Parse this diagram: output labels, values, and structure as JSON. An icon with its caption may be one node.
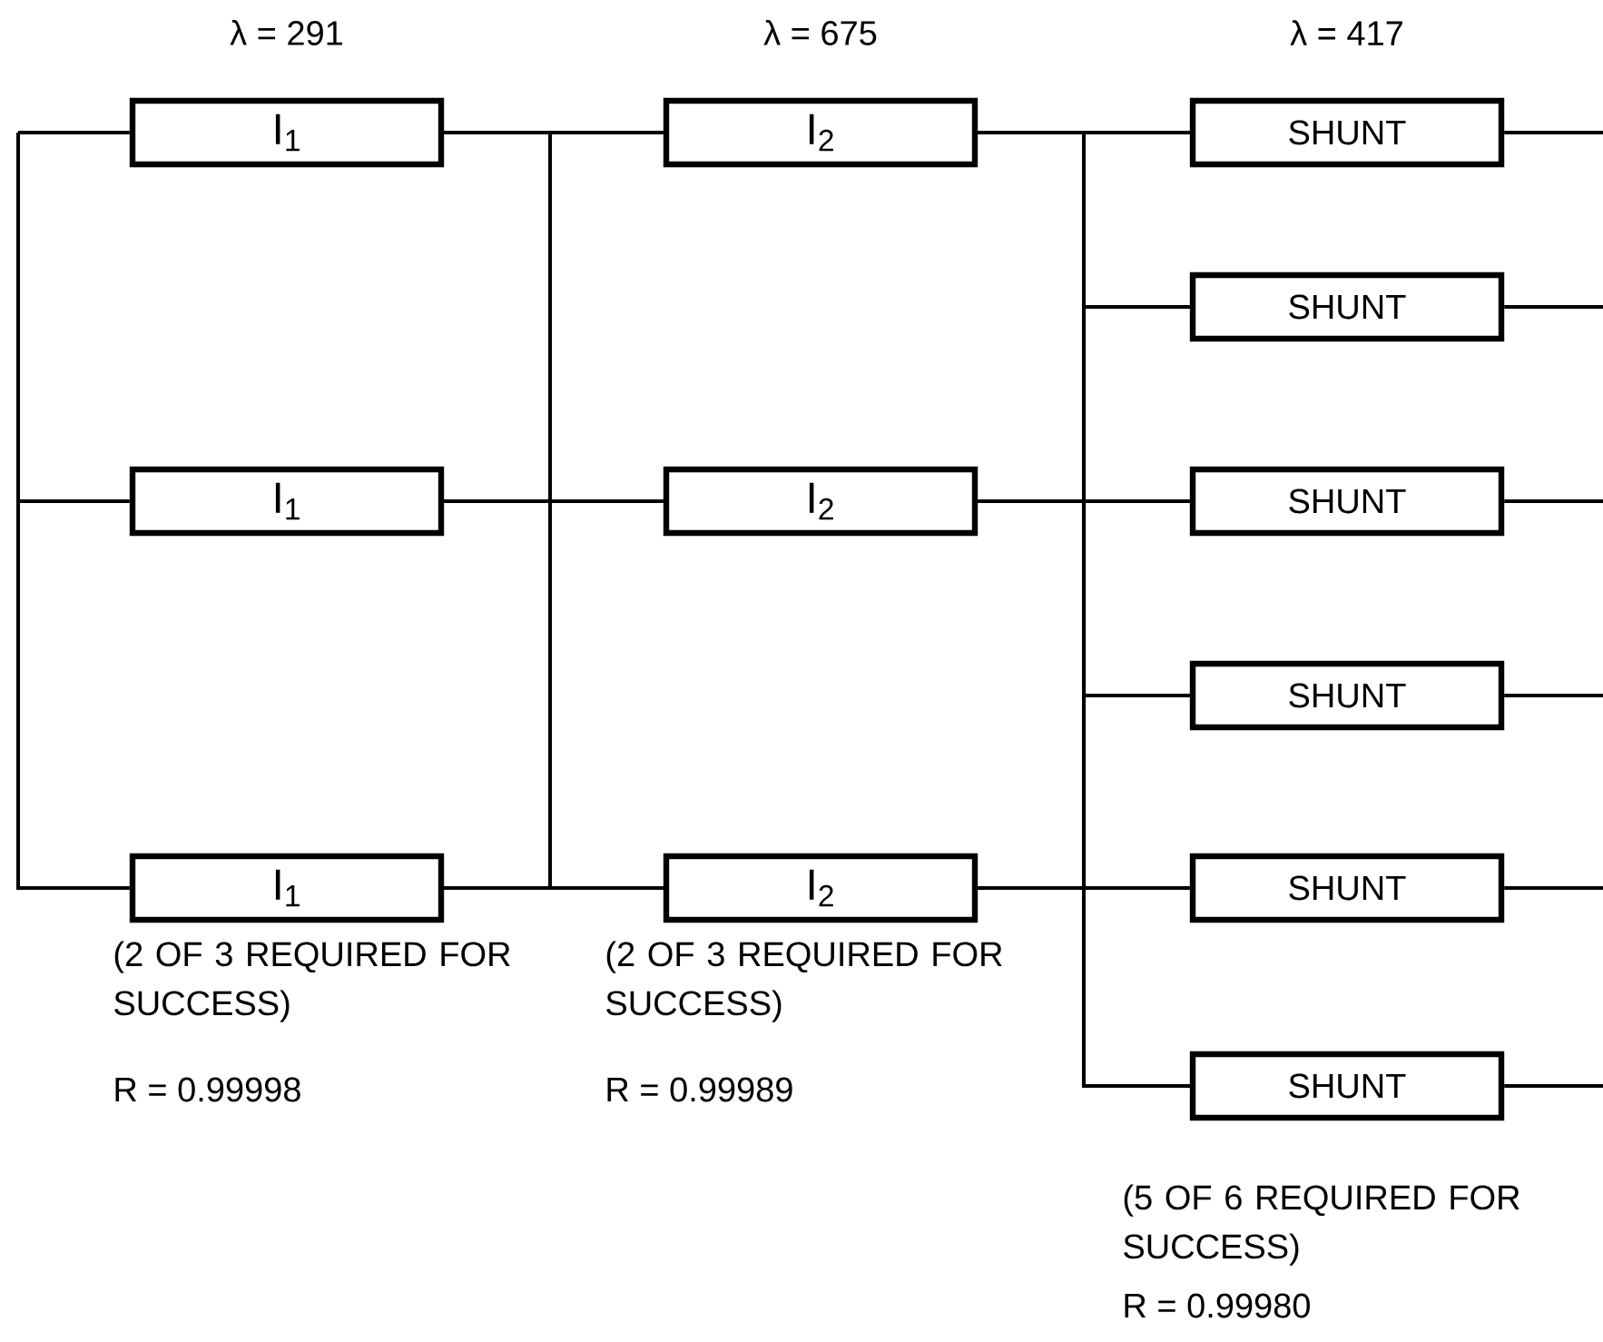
{
  "diagram": {
    "nodes": [
      {
        "text": [
          "I$_{1}$"
        ]
      },
      {
        "text": [
          "I$_{1}$"
        ]
      },
      {
        "text": [
          "I$_{1}$"
        ]
      },
      {
        "text": [
          "I$_{2}$"
        ]
      },
      {
        "text": [
          "I$_{2}$"
        ]
      },
      {
        "text": [
          "I$_{2}$"
        ]
      },
      {
        "text": [
          "SHUNT"
        ]
      },
      {
        "text": [
          "SHUNT"
        ]
      },
      {
        "text": [
          "SHUNT"
        ]
      },
      {
        "text": [
          "SHUNT"
        ]
      },
      {
        "text": [
          "SHUNT"
        ]
      },
      {
        "text": [
          "SHUNT"
        ]
      }
    ],
    "edges": [
      {
        "from": null,
        "to": 0,
        "arrow": "none"
      },
      {
        "from": null,
        "to": 1,
        "arrow": "none"
      },
      {
        "from": null,
        "to": 2,
        "arrow": "none"
      },
      {
        "from": 0,
        "to": 3,
        "arrow": "none"
      },
      {
        "from": 0,
        "to": 4,
        "arrow": "none"
      },
      {
        "from": 0,
        "to": 5,
        "arrow": "none"
      },
      {
        "from": 1,
        "to": 3,
        "arrow": "none"
      },
      {
        "from": 1,
        "to": 4,
        "arrow": "none"
      },
      {
        "from": 1,
        "to": 5,
        "arrow": "none"
      },
      {
        "from": 2,
        "to": 3,
        "arrow": "none"
      },
      {
        "from": 2,
        "to": 4,
        "arrow": "none"
      },
      {
        "from": 2,
        "to": 5,
        "arrow": "none"
      },
      {
        "from": 3,
        "to": 6,
        "arrow": "none"
      },
      {
        "from": 3,
        "to": 7,
        "arrow": "none"
      },
      {
        "from": 3,
        "to": 8,
        "arrow": "none"
      },
      {
        "from": 3,
        "to": 9,
        "arrow": "none"
      },
      {
        "from": 3,
        "to": 10,
        "arrow": "none"
      },
      {
        "from": 3,
        "to": 11,
        "arrow": "none"
      },
      {
        "from": 4,
        "to": 6,
        "arrow": "none"
      },
      {
        "from": 4,
        "to": 7,
        "arrow": "none"
      },
      {
        "from": 4,
        "to": 8,
        "arrow": "none"
      },
      {
        "from": 4,
        "to": 9,
        "arrow": "none"
      },
      {
        "from": 4,
        "to": 10,
        "arrow": "none"
      },
      {
        "from": 4,
        "to": 11,
        "arrow": "none"
      },
      {
        "from": 5,
        "to": 6,
        "arrow": "none"
      },
      {
        "from": 5,
        "to": 7,
        "arrow": "none"
      },
      {
        "from": 5,
        "to": 8,
        "arrow": "none"
      },
      {
        "from": 5,
        "to": 9,
        "arrow": "none"
      },
      {
        "from": 5,
        "to": 10,
        "arrow": "none"
      },
      {
        "from": 5,
        "to": 11,
        "arrow": "none"
      },
      {
        "from": 6,
        "to": null,
        "arrow": "none"
      },
      {
        "from": 7,
        "to": null,
        "arrow": "none"
      },
      {
        "from": 8,
        "to": null,
        "arrow": "none"
      },
      {
        "from": 9,
        "to": null,
        "arrow": "none"
      },
      {
        "from": 10,
        "to": null,
        "arrow": "none"
      },
      {
        "from": 11,
        "to": null,
        "arrow": "none"
      }
    ],
    "labels": [
      "λ = 291",
      "λ = 675",
      "λ = 417",
      "(2 OF 3 REQUIRED FOR SUCCESS)",
      "R = 0.99998",
      "(2 OF 3 REQUIRED FOR SUCCESS)",
      "R = 0.99989",
      "(5 OF 6 REQUIRED FOR SUCCESS)",
      "R = 0.99980"
    ]
  }
}
